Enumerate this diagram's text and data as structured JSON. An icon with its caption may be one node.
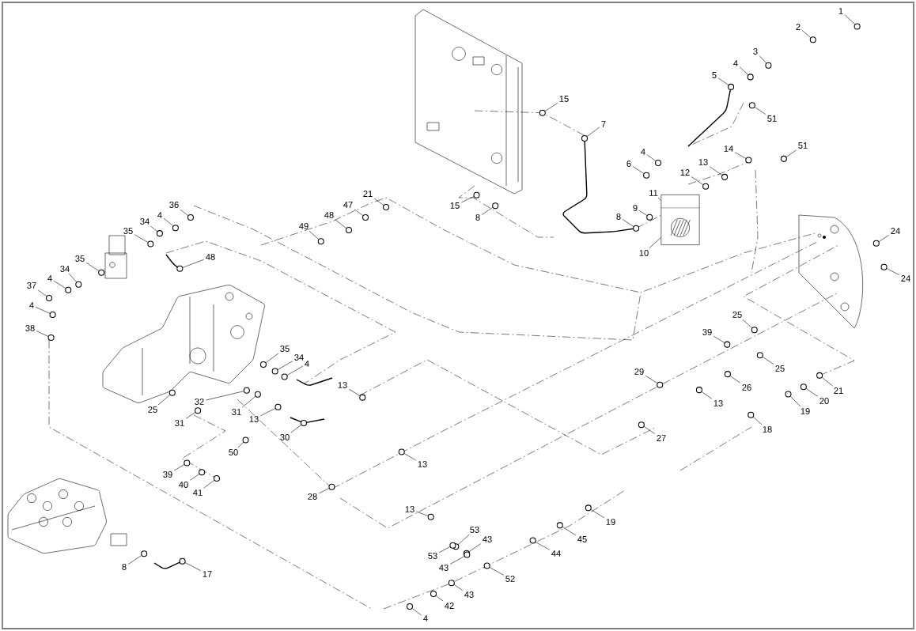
{
  "diagram": {
    "nodes": [
      {
        "text": [
          "1"
        ]
      },
      {
        "text": [
          "2"
        ]
      },
      {
        "text": [
          "3"
        ]
      },
      {
        "text": [
          "4"
        ]
      },
      {
        "text": [
          "5"
        ]
      },
      {
        "text": [
          "51"
        ]
      },
      {
        "text": [
          "15"
        ]
      },
      {
        "text": [
          "7"
        ]
      },
      {
        "text": [
          "4"
        ]
      },
      {
        "text": [
          "6"
        ]
      },
      {
        "text": [
          "13"
        ]
      },
      {
        "text": [
          "14"
        ]
      },
      {
        "text": [
          "51"
        ]
      },
      {
        "text": [
          "12"
        ]
      },
      {
        "text": [
          "11"
        ]
      },
      {
        "text": [
          "9"
        ]
      },
      {
        "text": [
          "8"
        ]
      },
      {
        "text": [
          "10"
        ]
      },
      {
        "text": [
          "15"
        ]
      },
      {
        "text": [
          "8"
        ]
      },
      {
        "text": [
          "24"
        ]
      },
      {
        "text": [
          "24"
        ]
      },
      {
        "text": [
          "21"
        ]
      },
      {
        "text": [
          "47"
        ]
      },
      {
        "text": [
          "48"
        ]
      },
      {
        "text": [
          "49"
        ]
      },
      {
        "text": [
          "36"
        ]
      },
      {
        "text": [
          "4"
        ]
      },
      {
        "text": [
          "34"
        ]
      },
      {
        "text": [
          "35"
        ]
      },
      {
        "text": [
          "48"
        ]
      },
      {
        "text": [
          "35"
        ]
      },
      {
        "text": [
          "34"
        ]
      },
      {
        "text": [
          "4"
        ]
      },
      {
        "text": [
          "37"
        ]
      },
      {
        "text": [
          "4"
        ]
      },
      {
        "text": [
          "38"
        ]
      },
      {
        "text": [
          "35"
        ]
      },
      {
        "text": [
          "34"
        ]
      },
      {
        "text": [
          "4"
        ]
      },
      {
        "text": [
          "25"
        ]
      },
      {
        "text": [
          "32"
        ]
      },
      {
        "text": [
          "31"
        ]
      },
      {
        "text": [
          "13"
        ]
      },
      {
        "text": [
          "31"
        ]
      },
      {
        "text": [
          "30"
        ]
      },
      {
        "text": [
          "13"
        ]
      },
      {
        "text": [
          "50"
        ]
      },
      {
        "text": [
          "39"
        ]
      },
      {
        "text": [
          "40"
        ]
      },
      {
        "text": [
          "41"
        ]
      },
      {
        "text": [
          "28"
        ]
      },
      {
        "text": [
          "13"
        ]
      },
      {
        "text": [
          "13"
        ]
      },
      {
        "text": [
          "39"
        ]
      },
      {
        "text": [
          "25"
        ]
      },
      {
        "text": [
          "29"
        ]
      },
      {
        "text": [
          "26"
        ]
      },
      {
        "text": [
          "25"
        ]
      },
      {
        "text": [
          "13"
        ]
      },
      {
        "text": [
          "21"
        ]
      },
      {
        "text": [
          "20"
        ]
      },
      {
        "text": [
          "19"
        ]
      },
      {
        "text": [
          "18"
        ]
      },
      {
        "text": [
          "27"
        ]
      },
      {
        "text": [
          "19"
        ]
      },
      {
        "text": [
          "45"
        ]
      },
      {
        "text": [
          "44"
        ]
      },
      {
        "text": [
          "53"
        ]
      },
      {
        "text": [
          "43"
        ]
      },
      {
        "text": [
          "53"
        ]
      },
      {
        "text": [
          "43"
        ]
      },
      {
        "text": [
          "52"
        ]
      },
      {
        "text": [
          "43"
        ]
      },
      {
        "text": [
          "42"
        ]
      },
      {
        "text": [
          "4"
        ]
      },
      {
        "text": [
          "8"
        ]
      },
      {
        "text": [
          "17"
        ]
      },
      {
        "text": [],
        "shape": "circle"
      },
      {
        "text": [],
        "shape": "circle"
      },
      {
        "text": [],
        "shape": "circle"
      },
      {
        "text": [],
        "shape": "circle"
      },
      {
        "text": [],
        "shape": "circle"
      },
      {
        "text": [],
        "shape": "circle"
      },
      {
        "text": [],
        "shape": "circle"
      },
      {
        "text": [],
        "shape": "circle"
      },
      {
        "text": [],
        "shape": "circle"
      },
      {
        "text": [],
        "shape": "circle"
      },
      {
        "text": [],
        "shape": "circle"
      },
      {
        "text": [],
        "shape": "circle"
      },
      {
        "text": [],
        "shape": "circle"
      },
      {
        "text": [],
        "shape": "circle"
      },
      {
        "text": [],
        "shape": "circle"
      },
      {
        "text": [],
        "shape": "circle"
      },
      {
        "text": [],
        "shape": "circle"
      },
      {
        "text": [],
        "shape": "circle"
      },
      {
        "text": [],
        "shape": "circle"
      },
      {
        "text": [],
        "shape": "circle"
      },
      {
        "text": [],
        "shape": "circle"
      },
      {
        "text": [],
        "shape": "circle"
      },
      {
        "text": [],
        "shape": "circle"
      },
      {
        "text": [],
        "shape": "circle"
      },
      {
        "text": [],
        "shape": "circle"
      },
      {
        "text": [],
        "shape": "circle"
      },
      {
        "text": [],
        "shape": "circle"
      },
      {
        "text": [],
        "shape": "circle"
      },
      {
        "text": [],
        "shape": "circle"
      },
      {
        "text": [],
        "shape": "circle"
      },
      {
        "text": [],
        "shape": "circle"
      },
      {
        "text": [],
        "shape": "circle"
      },
      {
        "text": [],
        "shape": "circle"
      },
      {
        "text": [],
        "shape": "circle"
      },
      {
        "text": [],
        "shape": "circle"
      },
      {
        "text": [],
        "shape": "circle"
      },
      {
        "text": [],
        "shape": "circle"
      },
      {
        "text": [],
        "shape": "circle"
      },
      {
        "text": [],
        "shape": "circle"
      },
      {
        "text": [],
        "shape": "circle"
      },
      {
        "text": [],
        "shape": "circle"
      },
      {
        "text": [],
        "shape": "circle"
      },
      {
        "text": [],
        "shape": "circle"
      },
      {
        "text": [],
        "shape": "circle"
      },
      {
        "text": [],
        "shape": "circle"
      },
      {
        "text": [],
        "shape": "circle"
      },
      {
        "text": [],
        "shape": "circle"
      },
      {
        "text": [],
        "shape": "circle"
      },
      {
        "text": [],
        "shape": "circle"
      },
      {
        "text": [],
        "shape": "circle"
      },
      {
        "text": [],
        "shape": "circle"
      },
      {
        "text": [],
        "shape": "circle"
      },
      {
        "text": [],
        "shape": "circle"
      },
      {
        "text": [],
        "shape": "circle"
      },
      {
        "text": [],
        "shape": "circle"
      },
      {
        "text": [],
        "shape": "circle"
      },
      {
        "text": [],
        "shape": "circle"
      },
      {
        "text": [],
        "shape": "circle"
      },
      {
        "text": [],
        "shape": "circle"
      },
      {
        "text": [],
        "shape": "circle"
      },
      {
        "text": [],
        "shape": "circle"
      },
      {
        "text": [],
        "shape": "circle"
      },
      {
        "text": [],
        "shape": "circle"
      },
      {
        "text": [],
        "shape": "circle"
      },
      {
        "text": [],
        "shape": "circle"
      },
      {
        "text": [],
        "shape": "circle"
      },
      {
        "text": [],
        "shape": "circle"
      },
      {
        "text": [],
        "shape": "circle"
      },
      {
        "text": [],
        "shape": "circle"
      },
      {
        "text": [],
        "shape": "circle"
      },
      {
        "text": [],
        "shape": "circle"
      },
      {
        "text": [],
        "shape": "circle"
      },
      {
        "text": [],
        "shape": "circle"
      },
      {
        "text": [],
        "shape": "circle"
      },
      {
        "text": [],
        "shape": "circle"
      },
      {
        "text": [],
        "shape": "circle"
      },
      {
        "text": [],
        "shape": "picture"
      }
    ],
    "edges": [
      {
        "from": 0,
        "to": 78,
        "arrow": "none"
      },
      {
        "from": 1,
        "to": 79,
        "arrow": "none"
      },
      {
        "from": 2,
        "to": 80,
        "arrow": "none"
      },
      {
        "from": 3,
        "to": 81,
        "arrow": "none"
      },
      {
        "from": 4,
        "to": 82,
        "arrow": "none"
      },
      {
        "from": 5,
        "to": 83,
        "arrow": "none"
      },
      {
        "from": 6,
        "to": 84,
        "arrow": "none"
      },
      {
        "from": 7,
        "to": 85,
        "arrow": "none"
      },
      {
        "from": 8,
        "to": 86,
        "arrow": "none"
      },
      {
        "from": 9,
        "to": 87,
        "arrow": "none"
      },
      {
        "from": 10,
        "to": 88,
        "arrow": "none"
      },
      {
        "from": 11,
        "to": 89,
        "arrow": "none"
      },
      {
        "from": 12,
        "to": 90,
        "arrow": "none"
      },
      {
        "from": 13,
        "to": 91,
        "arrow": "none"
      },
      {
        "from": 14,
        "to": 154,
        "arrow": "none"
      },
      {
        "from": 15,
        "to": 92,
        "arrow": "none"
      },
      {
        "from": 16,
        "to": 93,
        "arrow": "none"
      },
      {
        "from": 17,
        "to": 154,
        "arrow": "none"
      },
      {
        "from": 18,
        "to": 94,
        "arrow": "none"
      },
      {
        "from": 19,
        "to": 95,
        "arrow": "none"
      },
      {
        "from": 20,
        "to": 96,
        "arrow": "none"
      },
      {
        "from": 21,
        "to": 97,
        "arrow": "none"
      },
      {
        "from": 22,
        "to": 98,
        "arrow": "none"
      },
      {
        "from": 23,
        "to": 99,
        "arrow": "none"
      },
      {
        "from": 24,
        "to": 100,
        "arrow": "none"
      },
      {
        "from": 25,
        "to": 101,
        "arrow": "none"
      },
      {
        "from": 26,
        "to": 102,
        "arrow": "none"
      },
      {
        "from": 27,
        "to": 103,
        "arrow": "none"
      },
      {
        "from": 28,
        "to": 104,
        "arrow": "none"
      },
      {
        "from": 29,
        "to": 105,
        "arrow": "none"
      },
      {
        "from": 30,
        "to": 106,
        "arrow": "none"
      },
      {
        "from": 31,
        "to": 107,
        "arrow": "none"
      },
      {
        "from": 32,
        "to": 108,
        "arrow": "none"
      },
      {
        "from": 33,
        "to": 109,
        "arrow": "none"
      },
      {
        "from": 34,
        "to": 110,
        "arrow": "none"
      },
      {
        "from": 35,
        "to": 111,
        "arrow": "none"
      },
      {
        "from": 36,
        "to": 112,
        "arrow": "none"
      },
      {
        "from": 37,
        "to": 113,
        "arrow": "none"
      },
      {
        "from": 38,
        "to": 114,
        "arrow": "none"
      },
      {
        "from": 39,
        "to": 115,
        "arrow": "none"
      },
      {
        "from": 40,
        "to": 116,
        "arrow": "none"
      },
      {
        "from": 41,
        "to": 117,
        "arrow": "none"
      },
      {
        "from": 42,
        "to": 118,
        "arrow": "none"
      },
      {
        "from": 43,
        "to": 119,
        "arrow": "none"
      },
      {
        "from": 44,
        "to": 120,
        "arrow": "none"
      },
      {
        "from": 45,
        "to": 121,
        "arrow": "none"
      },
      {
        "from": 46,
        "to": 122,
        "arrow": "none"
      },
      {
        "from": 47,
        "to": 123,
        "arrow": "none"
      },
      {
        "from": 48,
        "to": 124,
        "arrow": "none"
      },
      {
        "from": 49,
        "to": 125,
        "arrow": "none"
      },
      {
        "from": 50,
        "to": 126,
        "arrow": "none"
      },
      {
        "from": 51,
        "to": 127,
        "arrow": "none"
      },
      {
        "from": 52,
        "to": 128,
        "arrow": "none"
      },
      {
        "from": 53,
        "to": 129,
        "arrow": "none"
      },
      {
        "from": 54,
        "to": 130,
        "arrow": "none"
      },
      {
        "from": 55,
        "to": 131,
        "arrow": "none"
      },
      {
        "from": 56,
        "to": 132,
        "arrow": "none"
      },
      {
        "from": 57,
        "to": 133,
        "arrow": "none"
      },
      {
        "from": 58,
        "to": 134,
        "arrow": "none"
      },
      {
        "from": 59,
        "to": 135,
        "arrow": "none"
      },
      {
        "from": 60,
        "to": 136,
        "arrow": "none"
      },
      {
        "from": 61,
        "to": 137,
        "arrow": "none"
      },
      {
        "from": 62,
        "to": 138,
        "arrow": "none"
      },
      {
        "from": 63,
        "to": 139,
        "arrow": "none"
      },
      {
        "from": 64,
        "to": 140,
        "arrow": "none"
      },
      {
        "from": 65,
        "to": 141,
        "arrow": "none"
      },
      {
        "from": 66,
        "to": 142,
        "arrow": "none"
      },
      {
        "from": 67,
        "to": 143,
        "arrow": "none"
      },
      {
        "from": 68,
        "to": 144,
        "arrow": "none"
      },
      {
        "from": 69,
        "to": 145,
        "arrow": "none"
      },
      {
        "from": 70,
        "to": 146,
        "arrow": "none"
      },
      {
        "from": 71,
        "to": 147,
        "arrow": "none"
      },
      {
        "from": 72,
        "to": 148,
        "arrow": "none"
      },
      {
        "from": 73,
        "to": 149,
        "arrow": "none"
      },
      {
        "from": 74,
        "to": 150,
        "arrow": "none"
      },
      {
        "from": 75,
        "to": 151,
        "arrow": "none"
      },
      {
        "from": 76,
        "to": 152,
        "arrow": "none"
      },
      {
        "from": 77,
        "to": 153,
        "arrow": "none"
      }
    ]
  }
}
